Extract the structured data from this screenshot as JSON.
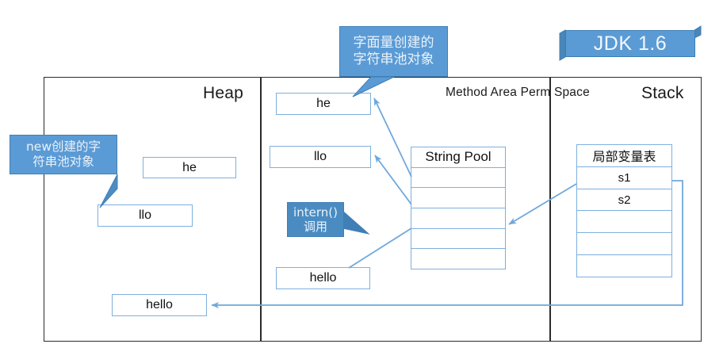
{
  "banner": {
    "label": "JDK 1.6"
  },
  "frame": {
    "regions": [
      {
        "name": "heap",
        "title": "Heap"
      },
      {
        "name": "method-area",
        "title_line1": "Method Area",
        "title_line2": "Perm Space"
      },
      {
        "name": "stack",
        "title": "Stack"
      }
    ]
  },
  "heap": {
    "objects": [
      {
        "label": "he"
      },
      {
        "label": "llo"
      },
      {
        "label": "hello"
      }
    ]
  },
  "method_area": {
    "objects": [
      {
        "label": "he"
      },
      {
        "label": "llo"
      },
      {
        "label": "hello"
      }
    ],
    "string_pool": {
      "header": "String Pool",
      "rows": [
        "",
        "",
        "",
        "",
        ""
      ]
    }
  },
  "stack": {
    "local_variable_table": {
      "header": "局部变量表",
      "rows": [
        "s1",
        "s2",
        "",
        "",
        ""
      ]
    }
  },
  "callouts": [
    {
      "name": "literal-created",
      "lines": [
        "字面量创建的",
        "字符串池对象"
      ]
    },
    {
      "name": "new-created",
      "lines": [
        "new创建的字",
        "符串池对象"
      ]
    },
    {
      "name": "intern-call",
      "lines": [
        "intern()",
        "调用"
      ]
    }
  ],
  "colors": {
    "accent_blue": "#5b9bd5",
    "accent_blue_border": "#3f7fb5",
    "box_border": "#7eb0de",
    "arrow": "#6fa8dc",
    "frame_border": "#2b2b2b",
    "text": "#111111"
  }
}
